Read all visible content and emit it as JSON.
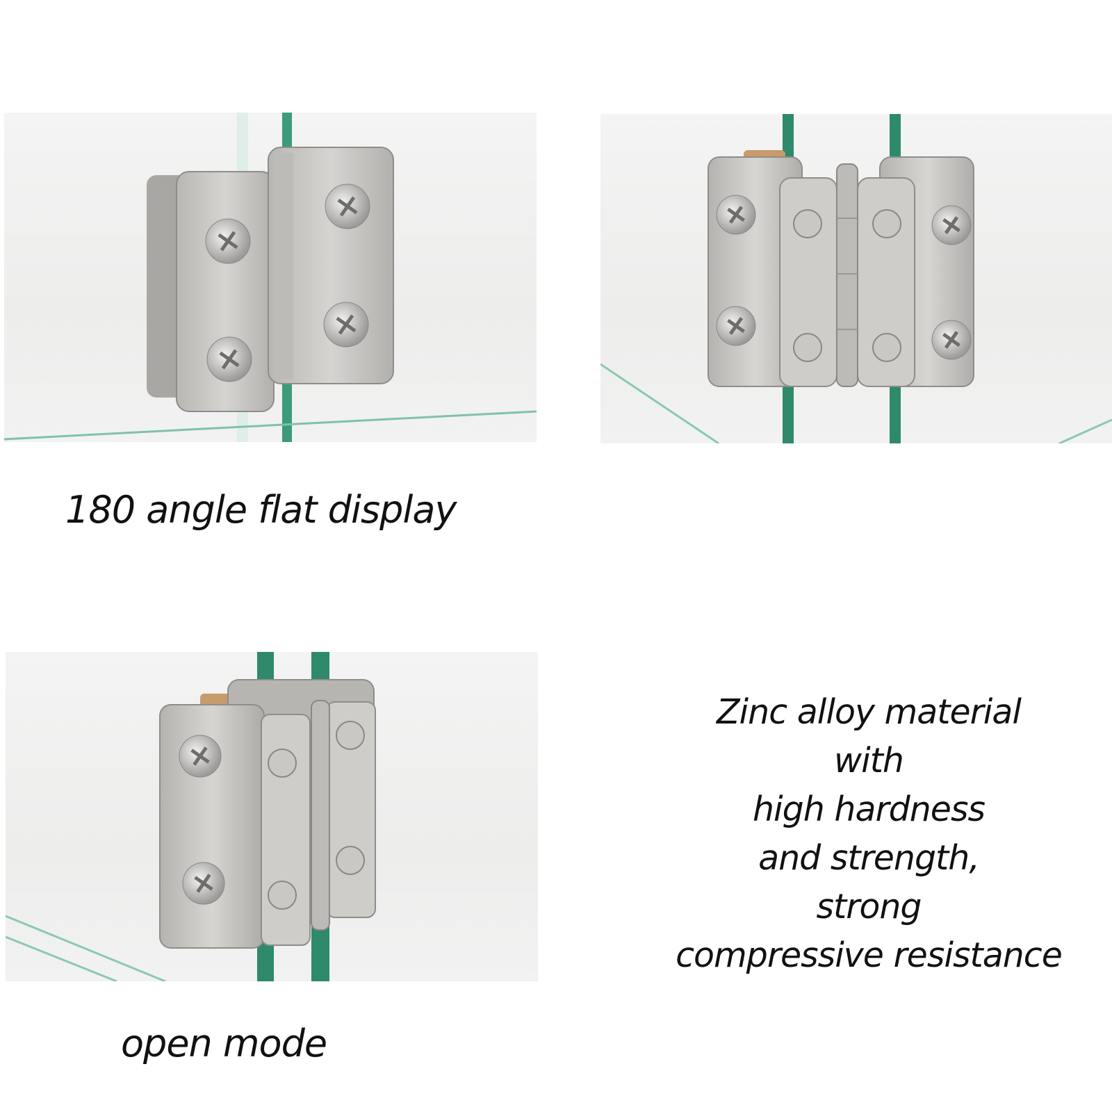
{
  "captions": {
    "flat": "180 angle flat display",
    "open": "open mode"
  },
  "description": {
    "lines": [
      "Zinc alloy material",
      "with",
      "high hardness",
      "and strength,",
      "strong",
      "compressive resistance"
    ]
  },
  "colors": {
    "glass_edge": "#2e8a6a",
    "metal": "#c8c6c3",
    "metal_shadow": "#9a9896",
    "gasket": "#c89b6c",
    "background": "#efefee"
  }
}
